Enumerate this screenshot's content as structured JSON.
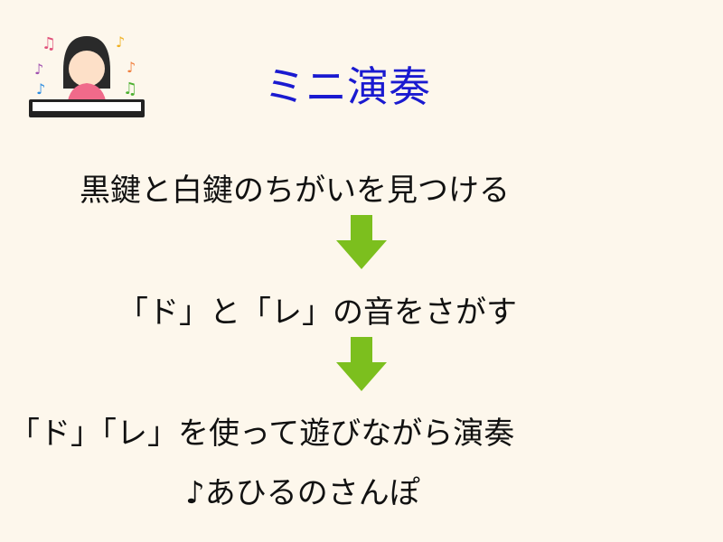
{
  "title": "ミニ演奏",
  "steps": [
    "黒鍵と白鍵のちがいを見つける",
    "「ド」と「レ」の音をさがす",
    "「ド」「レ」を使って遊びながら演奏",
    "♪あひるのさんぽ"
  ],
  "colors": {
    "background": "#fdf7ec",
    "title": "#1a1ad0",
    "arrow": "#7cbf1e"
  },
  "icons": {
    "illustration": "girl-playing-keyboard-icon",
    "arrow": "arrow-down-icon"
  }
}
